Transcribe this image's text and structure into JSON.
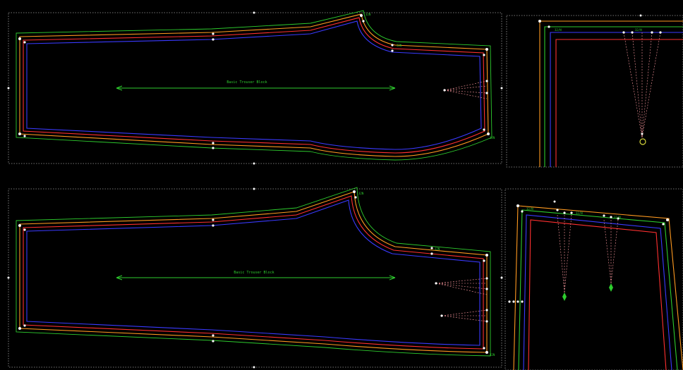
{
  "colors": {
    "background": "#000000",
    "outline": "#ffffff",
    "cut_line": "#ff3030",
    "seam_line": "#3a3aff",
    "grain_line": "#2ecc2e",
    "dart": "#ff9aa0",
    "label": "#2ecc2e",
    "box": "#9a9a9a"
  },
  "pieces": [
    {
      "name": "Basic Trouser Block",
      "line2": "",
      "line3": ""
    },
    {
      "name": "Basic Trouser Block",
      "line2": "",
      "line3": ""
    }
  ],
  "marker_labels": {
    "size": "32N",
    "size_alt": "32/N"
  }
}
